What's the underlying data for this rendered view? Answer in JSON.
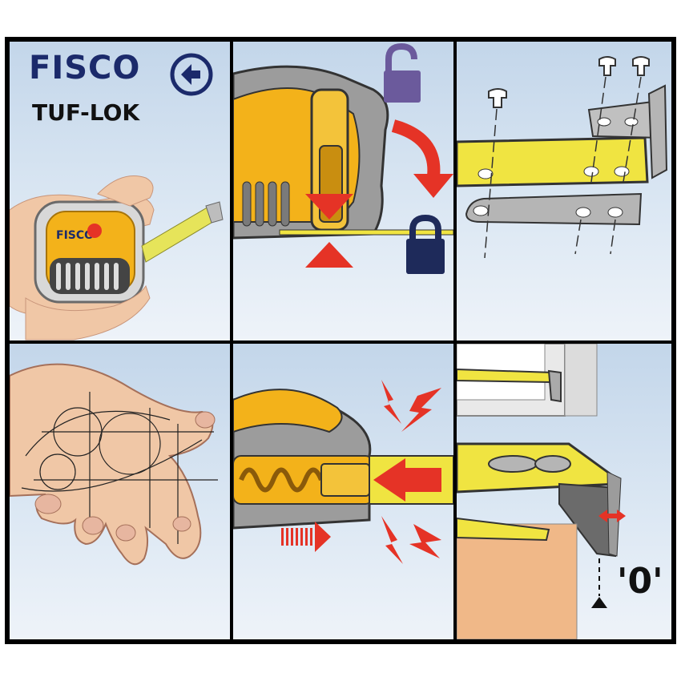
{
  "brand": {
    "name": "FISCO",
    "product": "TUF-LOK",
    "logo_icon": "fisco-swirl-logo-icon"
  },
  "zero_label": "'0'",
  "tape_body_label": "FISCO",
  "colors": {
    "frame": "#000000",
    "sky_top": "#c3d6ea",
    "tape_yellow": "#f0e441",
    "housing_orange": "#f3b21a",
    "housing_grey": "#9c9c9c",
    "arrow_red": "#e53326",
    "lock_purple": "#6b5a9c",
    "lock_navy": "#1e2a5a",
    "brand_blue": "#1b2a6b"
  },
  "icons": [
    "unlock-icon",
    "lock-icon",
    "rivet-icon",
    "lightning-icon",
    "curved-arrow-icon",
    "double-arrow-icon",
    "pointer-triangle-icon"
  ]
}
